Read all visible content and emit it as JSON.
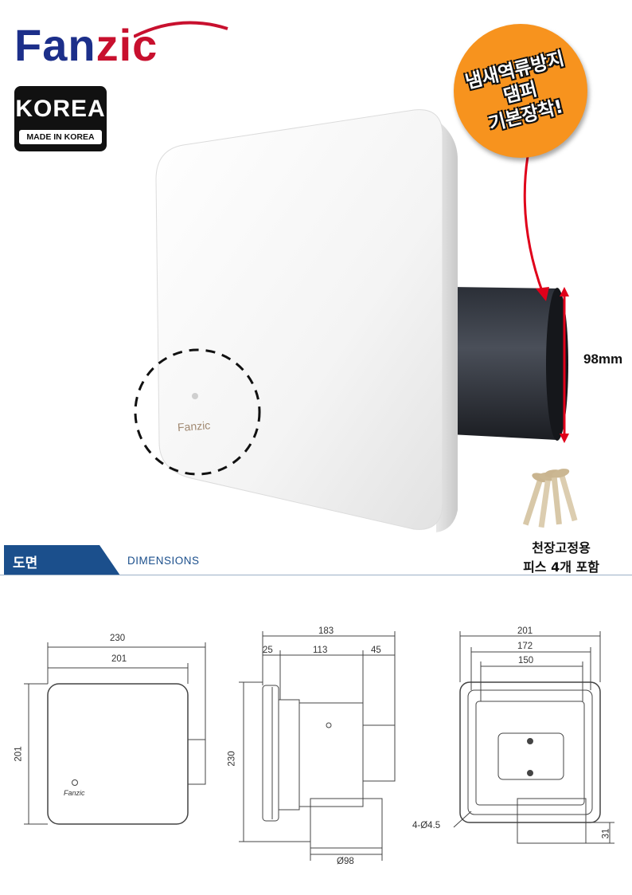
{
  "brand": {
    "logo": "Fanzic",
    "logo_part1": "Fan",
    "logo_part2": "zic"
  },
  "badge": {
    "country": "KOREA",
    "made_in": "MADE IN KOREA"
  },
  "promo": {
    "lines": [
      "냄새역류방지",
      "댐퍼",
      "기본장착!"
    ]
  },
  "product": {
    "duct_size": "98mm",
    "panel_logo": "Fanzic"
  },
  "screws": {
    "caption_line1": "천장고정용",
    "caption_line2": "피스 4개 포함"
  },
  "section": {
    "title": "도면",
    "subtitle": "DIMENSIONS"
  },
  "drawings": {
    "front": {
      "overall_width": "230",
      "panel_width": "201",
      "height": "201",
      "logo": "Fanzic"
    },
    "side": {
      "overall_depth": "183",
      "depth_a": "25",
      "depth_b": "113",
      "depth_c": "45",
      "height": "230",
      "duct_dia": "Ø98"
    },
    "back": {
      "width_a": "201",
      "width_b": "172",
      "width_c": "150",
      "holes": "4-Ø4.5",
      "offset": "31"
    }
  },
  "colors": {
    "brand_blue": "#1c2f8a",
    "brand_red": "#c8102e",
    "promo_orange": "#f7931e",
    "section_blue": "#1b4f8c",
    "arrow_red": "#e0001a"
  },
  "icons": [
    "korea-taeguk-icon",
    "screws-image",
    "dashed-circle-highlight"
  ]
}
